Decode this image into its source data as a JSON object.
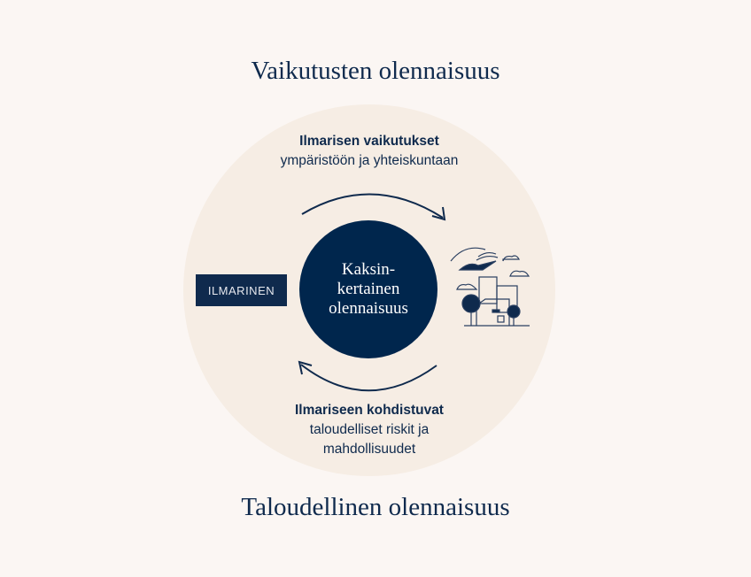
{
  "top_title": "Vaikutusten olennaisuus",
  "bottom_title": "Taloudellinen olennaisuus",
  "center": {
    "line1": "Kaksin-",
    "line2": "kertainen",
    "line3": "olennaisuus"
  },
  "top_label": {
    "bold": "Ilmarisen vaikutukset",
    "text": "ympäristöön ja yhteiskuntaan"
  },
  "bottom_label": {
    "bold": "Ilmariseen kohdistuvat",
    "line1": "taloudelliset riskit ja",
    "line2": "mahdollisuudet"
  },
  "logo": "ILMARINEN",
  "colors": {
    "navy": "#00264d",
    "circle": "#f6ede4",
    "background": "#fbf6f3"
  }
}
